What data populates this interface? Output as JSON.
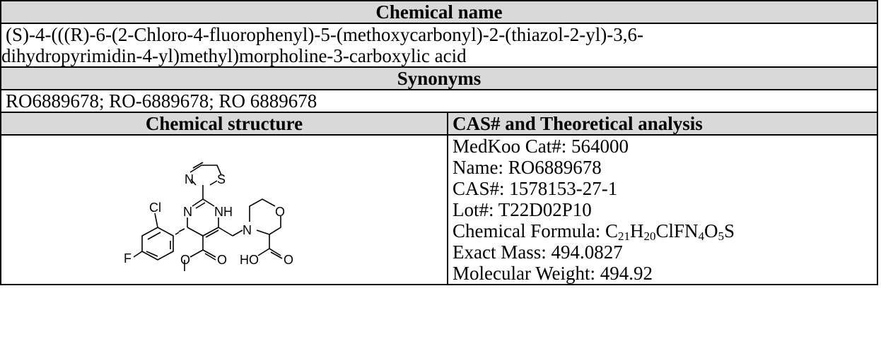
{
  "header": {
    "chemical_name": "Chemical name"
  },
  "chemical_name": {
    "line1": "(S)-4-(((R)-6-(2-Chloro-4-fluorophenyl)-5-(methoxycarbonyl)-2-(thiazol-2-yl)-3,6-",
    "line2": "dihydropyrimidin-4-yl)methyl)morpholine-3-carboxylic acid"
  },
  "synonyms": {
    "header": "Synonyms",
    "value": "RO6889678; RO-6889678; RO 6889678"
  },
  "columns": {
    "structure_header": "Chemical structure",
    "analysis_header": "CAS# and Theoretical analysis"
  },
  "structure_labels": {
    "n_thiazole": "N",
    "s_thiazole": "S",
    "n_ring": "N",
    "nh": "NH",
    "cl": "Cl",
    "f": "F",
    "o_morph": "O",
    "n_morph": "N",
    "o_ester": "O",
    "ho_acid": "HO",
    "o_acid": "O"
  },
  "analysis": {
    "cat": "MedKoo Cat#: 564000",
    "name": "Name: RO6889678",
    "cas": "CAS#: 1578153-27-1",
    "lot": "Lot#: T22D02P10",
    "formula_label": "Chemical Formula: ",
    "formula": {
      "c": "C",
      "c_n": "21",
      "h": "H",
      "h_n": "20",
      "clf": "ClFN",
      "n_n": "4",
      "o": "O",
      "o_n": "5",
      "s": "S"
    },
    "exact_mass": "Exact Mass: 494.0827",
    "mw": "Molecular Weight: 494.92"
  }
}
